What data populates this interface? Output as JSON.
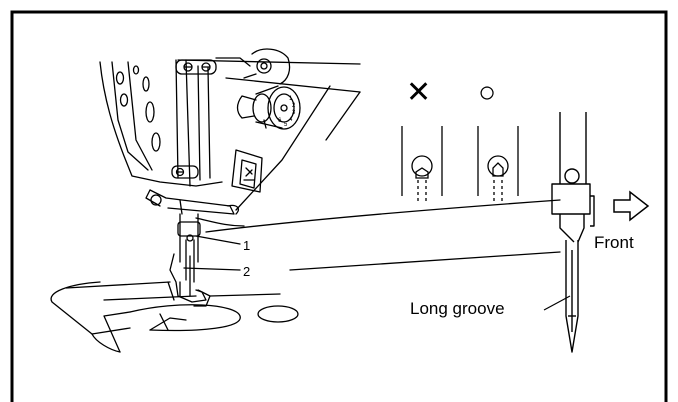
{
  "diagram": {
    "callouts": [
      "1",
      "2"
    ],
    "marks": {
      "wrong": "✕",
      "right": "○"
    },
    "labels": {
      "front": "Front",
      "long_groove": "Long groove"
    },
    "icons": {
      "direction": "arrow-right-outline-icon"
    }
  }
}
